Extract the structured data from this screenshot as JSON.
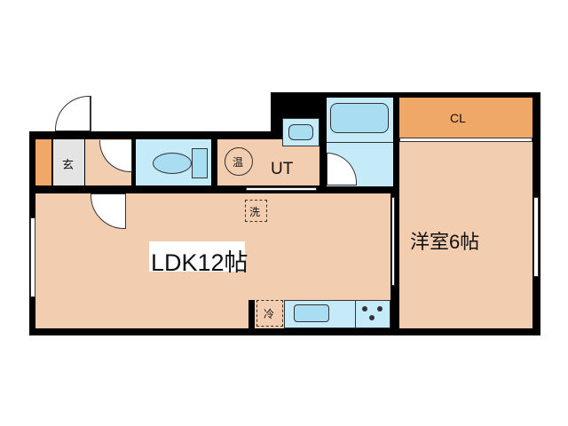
{
  "rooms": {
    "ldk": "LDK12帖",
    "western": "洋室6帖",
    "closet": "CL",
    "utility": "UT",
    "water_heater": "温",
    "washer": "洗",
    "fridge": "冷",
    "entrance": "玄"
  },
  "colors": {
    "floor": "#f3cdb0",
    "fixture": "#a9def2",
    "wet_area": "#c6ebf8",
    "closet": "#f0a868",
    "wall": "#000000"
  }
}
